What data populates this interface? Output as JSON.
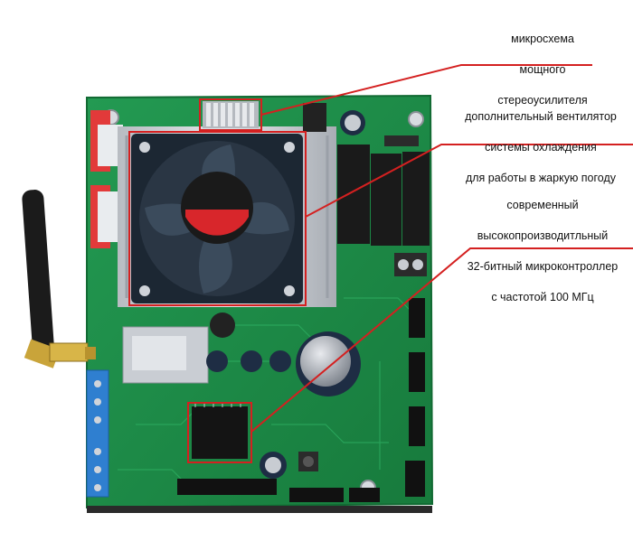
{
  "callouts": [
    {
      "lines": [
        "микросхема",
        "мощного",
        "стереоусилителя"
      ]
    },
    {
      "lines": [
        "дополнительный вентилятор",
        "системы охлаждения",
        "для работы в жаркую погоду"
      ]
    },
    {
      "lines": [
        "современный",
        "высокопроизводитльный",
        "32-битный микроконтроллер",
        "с частотой 100 МГц"
      ]
    }
  ],
  "colors": {
    "board": "#1f8f4a",
    "board_dark": "#157238",
    "highlight": "#d42020",
    "terminal_blue": "#2f7fd0",
    "terminal_red": "#e23a3a",
    "fan": "#1c2733",
    "heatsink": "#c9ccd1"
  },
  "icons": {
    "antenna": "antenna-icon",
    "fan": "fan-icon",
    "chip": "chip-icon"
  }
}
